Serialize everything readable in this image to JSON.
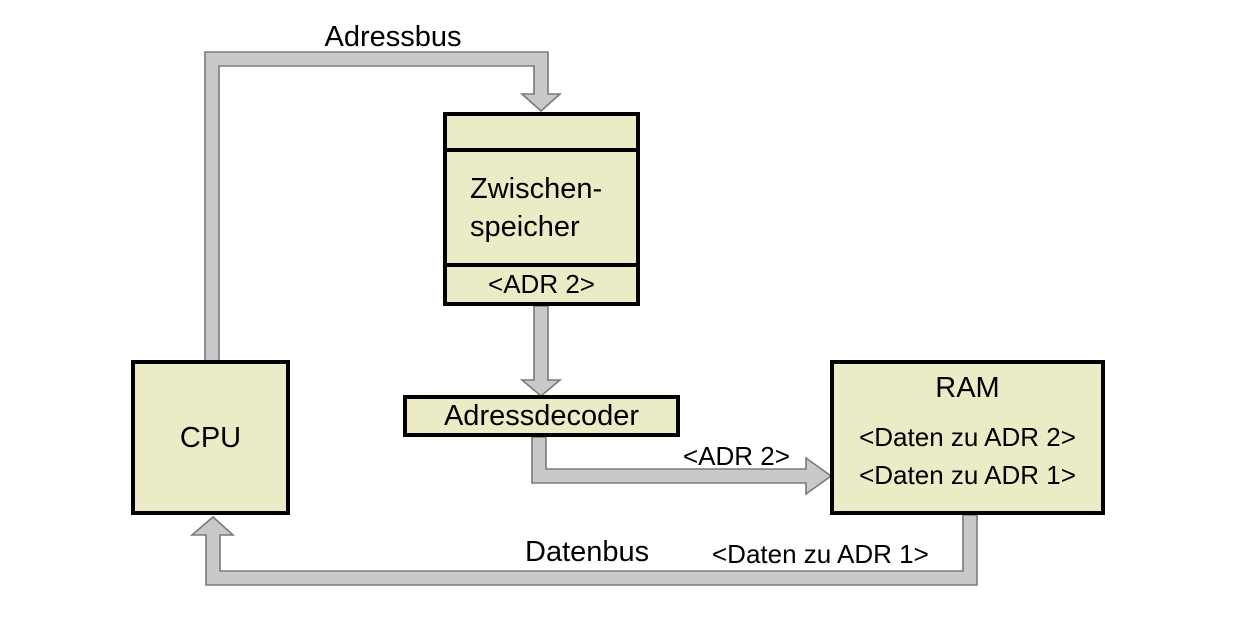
{
  "colors": {
    "background": "#ffffff",
    "box_fill": "#ebecc6",
    "box_border": "#000000",
    "bus_fill": "#c9c9c9",
    "bus_outline": "#7a7a7a",
    "text": "#000000"
  },
  "bus_labels": {
    "adressbus": "Adressbus",
    "datenbus": "Datenbus",
    "adr2": "<ADR 2>",
    "daten_zu_adr1": "<Daten zu ADR 1>"
  },
  "boxes": {
    "cpu": {
      "title": "CPU"
    },
    "zwischenspeicher": {
      "title_line1": "Zwischen-",
      "title_line2": "speicher",
      "slot": "<ADR 2>"
    },
    "adressdecoder": {
      "title": "Adressdecoder"
    },
    "ram": {
      "title": "RAM",
      "entries": [
        "<Daten zu ADR 2>",
        "<Daten zu ADR 1>"
      ]
    }
  }
}
